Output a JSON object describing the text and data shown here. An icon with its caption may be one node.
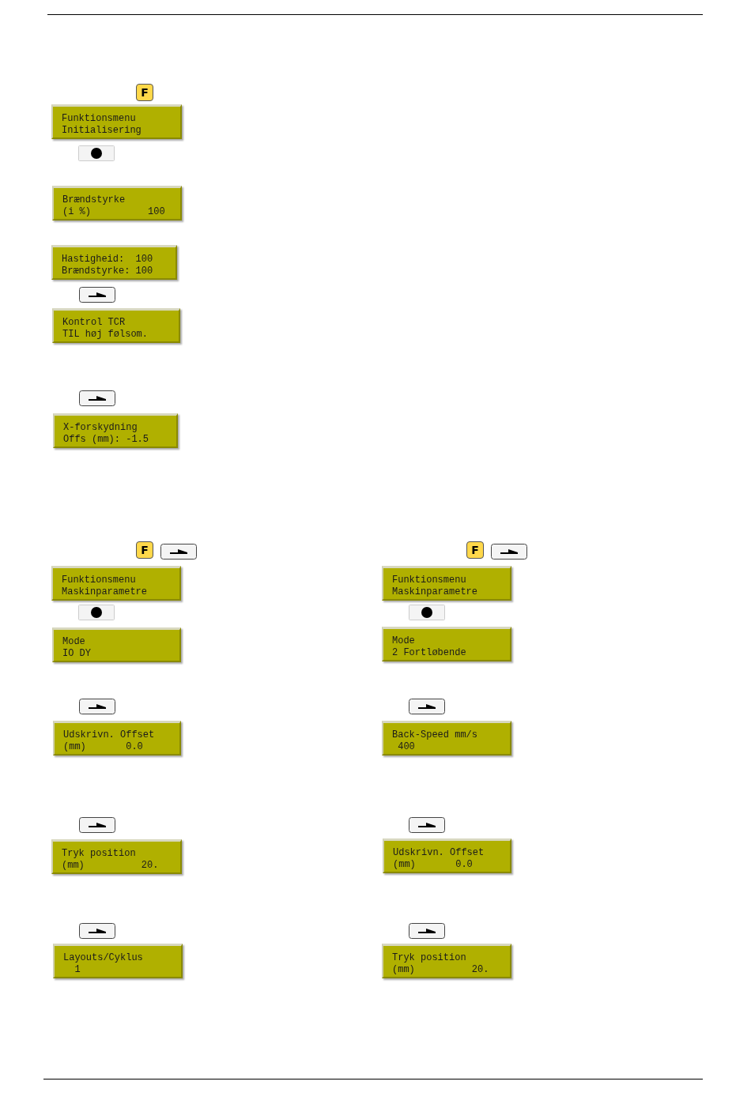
{
  "diagram": {
    "nodes": [
      {
        "text": [
          "Funktionsmenu",
          "Initialisering"
        ]
      },
      {
        "text": [
          "Brændstyrke",
          "(i %)          100"
        ]
      },
      {
        "text": [
          "Hastigheid:  100",
          "Brændstyrke: 100"
        ]
      },
      {
        "text": [
          "Kontrol TCR",
          "TIL høj følsom."
        ]
      },
      {
        "text": [
          "X-forskydning",
          "Offs (mm): -1.5"
        ]
      },
      {
        "text": [
          "Funktionsmenu",
          "Maskinparametre"
        ]
      },
      {
        "text": [
          "Mode",
          "IO DY"
        ]
      },
      {
        "text": [
          "Udskrivn. Offset",
          "(mm)       0.0"
        ]
      },
      {
        "text": [
          "Tryk position",
          "(mm)          20."
        ]
      },
      {
        "text": [
          "Layouts/Cyklus",
          "  1"
        ]
      },
      {
        "text": [
          "Funktionsmenu",
          "Maskinparametre"
        ]
      },
      {
        "text": [
          "Mode",
          "2 Fortløbende"
        ]
      },
      {
        "text": [
          "Back-Speed mm/s",
          " 400"
        ]
      },
      {
        "text": [
          "Udskrivn. Offset",
          "(mm)       0.0"
        ]
      },
      {
        "text": [
          "Tryk position",
          "(mm)          20."
        ]
      }
    ],
    "labels": [
      "F",
      "F",
      "F"
    ]
  }
}
